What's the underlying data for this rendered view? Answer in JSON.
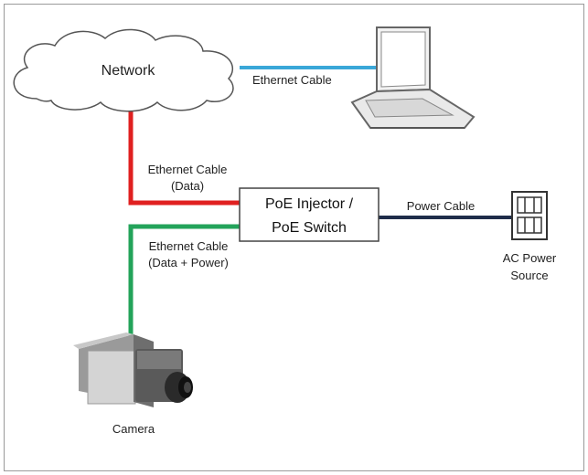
{
  "labels": {
    "network": "Network",
    "ethernet_cable_top": "Ethernet Cable",
    "ethernet_cable_data_line1": "Ethernet Cable",
    "ethernet_cable_data_line2": "(Data)",
    "poe_line1": "PoE Injector /",
    "poe_line2": "PoE Switch",
    "power_cable": "Power Cable",
    "ethernet_cable_dp_line1": "Ethernet Cable",
    "ethernet_cable_dp_line2": "(Data + Power)",
    "ac_line1": "AC Power",
    "ac_line2": "Source",
    "camera": "Camera"
  },
  "colors": {
    "data_cable": "#e02020",
    "poe_cable": "#23a35a",
    "laptop_cable": "#3aa7d8",
    "power_cable": "#1f2d4a"
  },
  "icons": [
    "cloud-icon",
    "laptop-icon",
    "outlet-icon",
    "camera-icon"
  ]
}
